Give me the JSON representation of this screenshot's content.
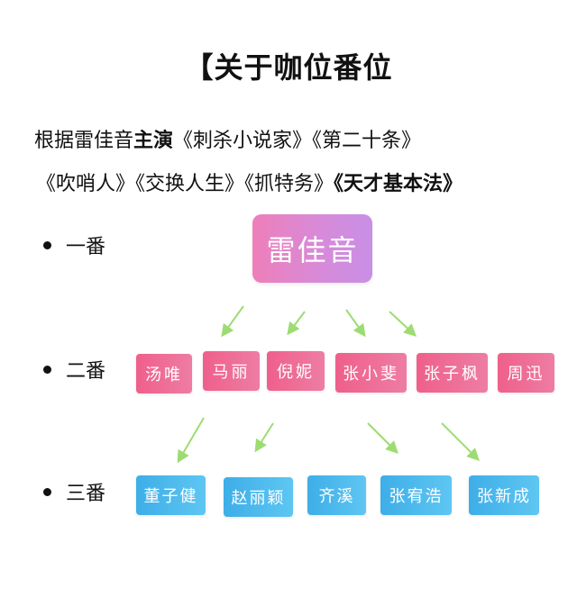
{
  "title": "【关于咖位番位",
  "intro": {
    "line1_pre": "根据雷佳音",
    "line1_bold": "主演",
    "line1_post": "《刺杀小说家》《第二十条》",
    "line2_pre": "《吹哨人》《交换人生》《抓特务》",
    "line2_bold": "《天才基本法》"
  },
  "levels": [
    "一番",
    "二番",
    "三番"
  ],
  "root": "雷佳音",
  "tier2": [
    "汤唯",
    "马丽",
    "倪妮",
    "张小斐",
    "张子枫",
    "周迅"
  ],
  "tier3": [
    "董子健",
    "赵丽颖",
    "齐溪",
    "张宥浩",
    "张新成"
  ],
  "colors": {
    "root_gradient": [
      "#ee7fb9",
      "#c88fe6"
    ],
    "tier2_gradient": [
      "#ef5f8c",
      "#ee7da3"
    ],
    "tier3_gradient": [
      "#3eaee8",
      "#5ec6f2"
    ],
    "arrow": "#9ddc72"
  }
}
